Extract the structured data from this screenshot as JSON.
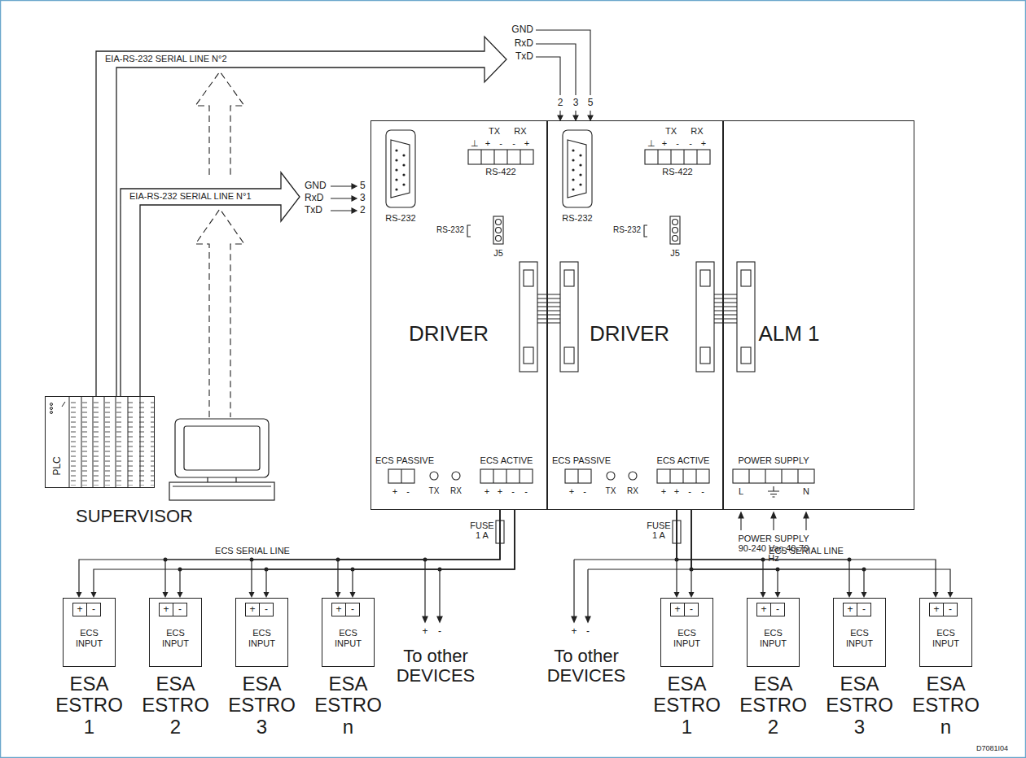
{
  "diagram": {
    "nodes": [
      {
        "text": [
          "DRIVER"
        ]
      },
      {
        "text": [
          "DRIVER"
        ]
      },
      {
        "text": [
          "ALM 1"
        ]
      },
      {
        "text": [
          "PLC"
        ]
      },
      {
        "text": [
          "+",
          "-",
          "ECS INPUT",
          "ESA ESTRO 1"
        ]
      },
      {
        "text": [
          "+",
          "-",
          "ECS INPUT",
          "ESA ESTRO 2"
        ]
      },
      {
        "text": [
          "+",
          "-",
          "ECS INPUT",
          "ESA ESTRO 3"
        ]
      },
      {
        "text": [
          "+",
          "-",
          "ECS INPUT",
          "ESA ESTRO n"
        ]
      },
      {
        "text": [
          "+",
          "-",
          "ECS INPUT",
          "ESA ESTRO 1"
        ]
      },
      {
        "text": [
          "+",
          "-",
          "ECS INPUT",
          "ESA ESTRO 2"
        ]
      },
      {
        "text": [
          "+",
          "-",
          "ECS INPUT",
          "ESA ESTRO 3"
        ]
      },
      {
        "text": [
          "+",
          "-",
          "ECS INPUT",
          "ESA ESTRO n"
        ]
      }
    ],
    "edges": [
      {
        "from": 3,
        "to": 0,
        "arrow": "to",
        "label": "EIA-RS-232 SERIAL LINE N°1"
      },
      {
        "from": 3,
        "to": 1,
        "arrow": "to",
        "label": "EIA-RS-232 SERIAL LINE N°2"
      },
      {
        "from": 0,
        "to": 4,
        "arrow": "to"
      },
      {
        "from": 0,
        "to": 5,
        "arrow": "to"
      },
      {
        "from": 0,
        "to": 6,
        "arrow": "to"
      },
      {
        "from": 0,
        "to": 7,
        "arrow": "to"
      },
      {
        "from": 1,
        "to": 8,
        "arrow": "to"
      },
      {
        "from": 1,
        "to": 9,
        "arrow": "to"
      },
      {
        "from": 1,
        "to": 10,
        "arrow": "to"
      },
      {
        "from": 1,
        "to": 11,
        "arrow": "to"
      }
    ],
    "labels": [
      "GND",
      "RxD",
      "TxD",
      "2",
      "3",
      "5",
      "GND",
      "5",
      "RxD",
      "3",
      "TxD",
      "2",
      "TX",
      "RX",
      "⊥",
      "+",
      "-",
      "-",
      "+",
      "RS-422",
      "RS-232",
      "RS-232",
      "J5",
      "ECS PASSIVE",
      "ECS ACTIVE",
      "+",
      "-",
      "TX",
      "RX",
      "+",
      "+",
      "-",
      "-",
      "TX",
      "RX",
      "⊥",
      "+",
      "-",
      "-",
      "+",
      "RS-422",
      "RS-232",
      "RS-232",
      "J5",
      "ECS PASSIVE",
      "ECS ACTIVE",
      "+",
      "-",
      "TX",
      "RX",
      "+",
      "+",
      "-",
      "-",
      "POWER SUPPLY",
      "L",
      "N",
      "POWER SUPPLY 90-240 Vac 40-70 Hz",
      "FUSE 1 A",
      "ECS SERIAL LINE",
      "+",
      "-",
      "To other DEVICES",
      "FUSE 1 A",
      "ECS SERIAL LINE",
      "+",
      "-",
      "To other DEVICES",
      "SUPERVISOR",
      "D7081I04"
    ]
  }
}
